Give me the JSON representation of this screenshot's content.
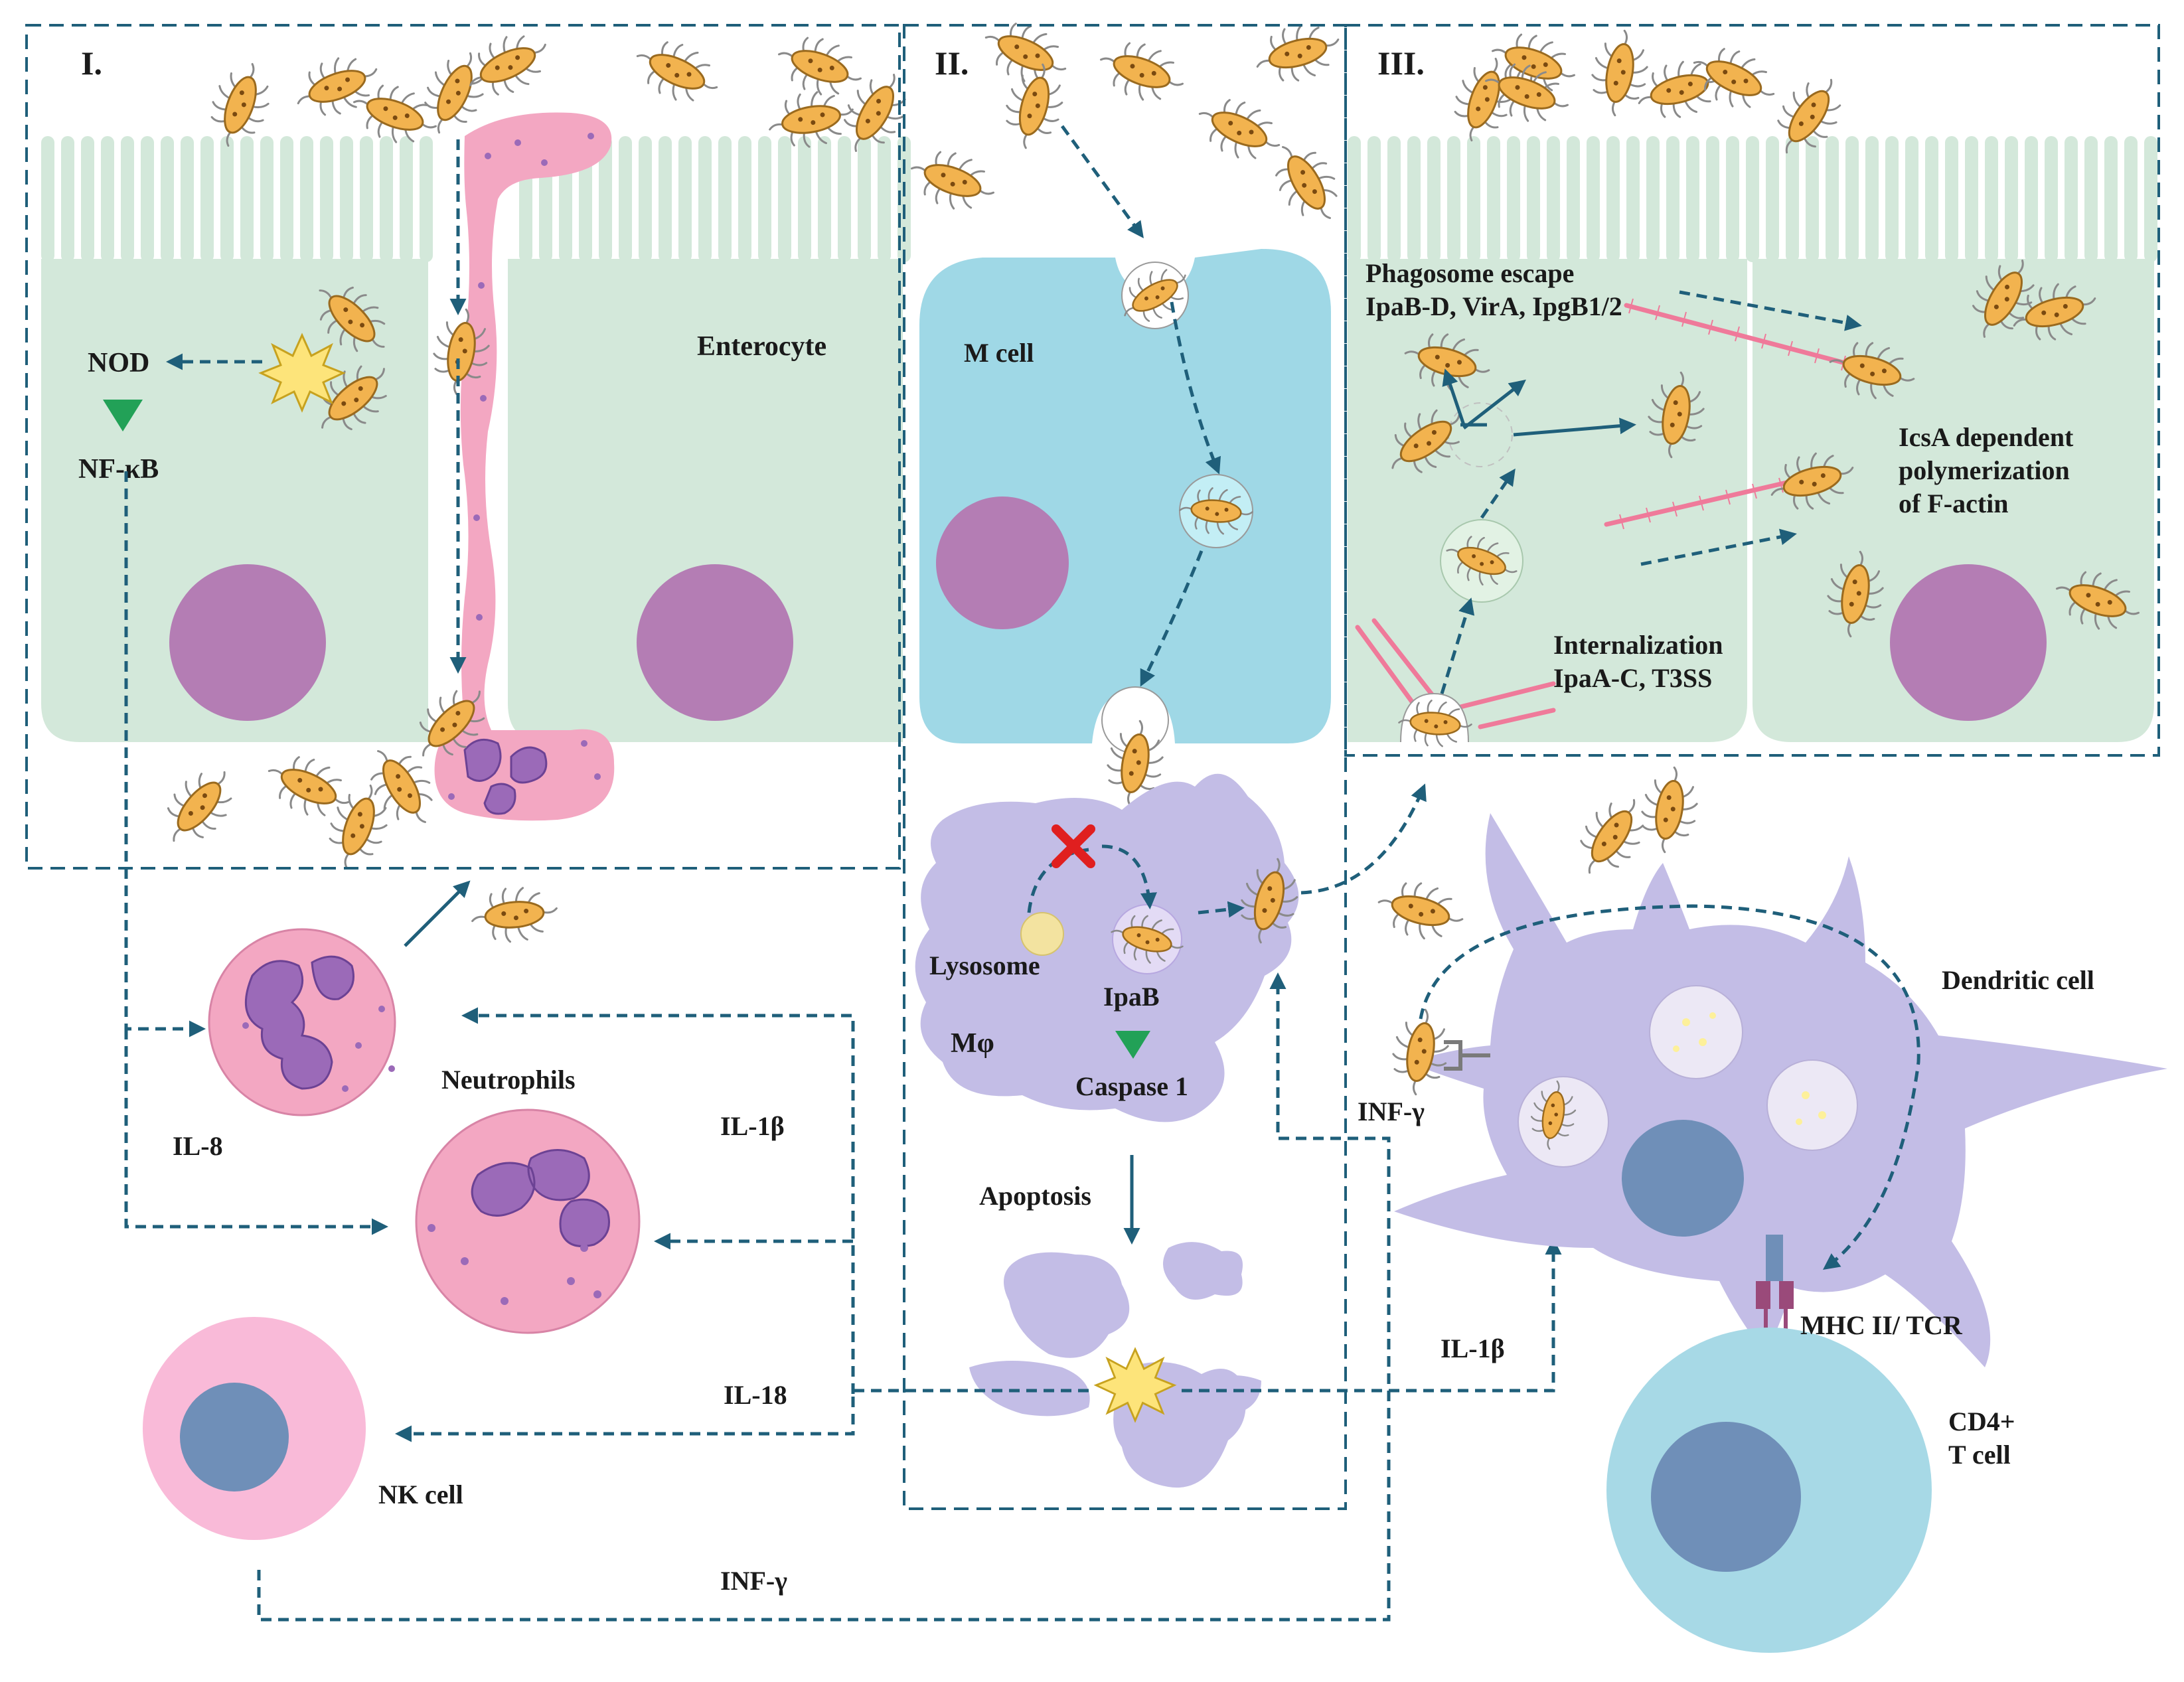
{
  "panels": {
    "p1": "I.",
    "p2": "II.",
    "p3": "III."
  },
  "labels": {
    "nod": "NOD",
    "nfkb": "NF-κB",
    "enterocyte": "Enterocyte",
    "m_cell": "M cell",
    "phago_line1": "Phagosome escape",
    "phago_line2": "IpaB-D, VirA, IpgB1/2",
    "icsa_line1": "IcsA dependent",
    "icsa_line2": "polymerization",
    "icsa_line3": "of F-actin",
    "intern_line1": "Internalization",
    "intern_line2": "IpaA-C, T3SS",
    "lysosome": "Lysosome",
    "ipab": "IpaB",
    "mphi": "Mφ",
    "caspase": "Caspase 1",
    "apoptosis": "Apoptosis",
    "neutrophils": "Neutrophils",
    "il8": "IL-8",
    "il1b_left": "IL-1β",
    "il18": "IL-18",
    "nk_cell": "NK cell",
    "inf_bottom": "INF-γ",
    "inf_mid": "INF-γ",
    "il1b_right": "IL-1β",
    "dendritic": "Dendritic cell",
    "mhc": "MHC II/ TCR",
    "cd4_line1": "CD4+",
    "cd4_line2": "T cell"
  },
  "icons": [
    "shigella-bacterium-icon",
    "burst-icon",
    "inhibition-x-icon",
    "downregulation-triangle-icon"
  ],
  "colors": {
    "enterocyte": "#d3e8da",
    "m_cell": "#9fd8e6",
    "nucleus": "#b47db4",
    "macrophage": "#c3bde6",
    "neutrophil": "#f3a7c2",
    "nk_outer": "#f9bad8",
    "nk_inner": "#6f8fb8",
    "t_cell": "#a7d9e6",
    "bacterium": "#f2b34f",
    "arrow": "#1f5f7a",
    "triangle": "#22a157",
    "burst": "#fde47a"
  }
}
